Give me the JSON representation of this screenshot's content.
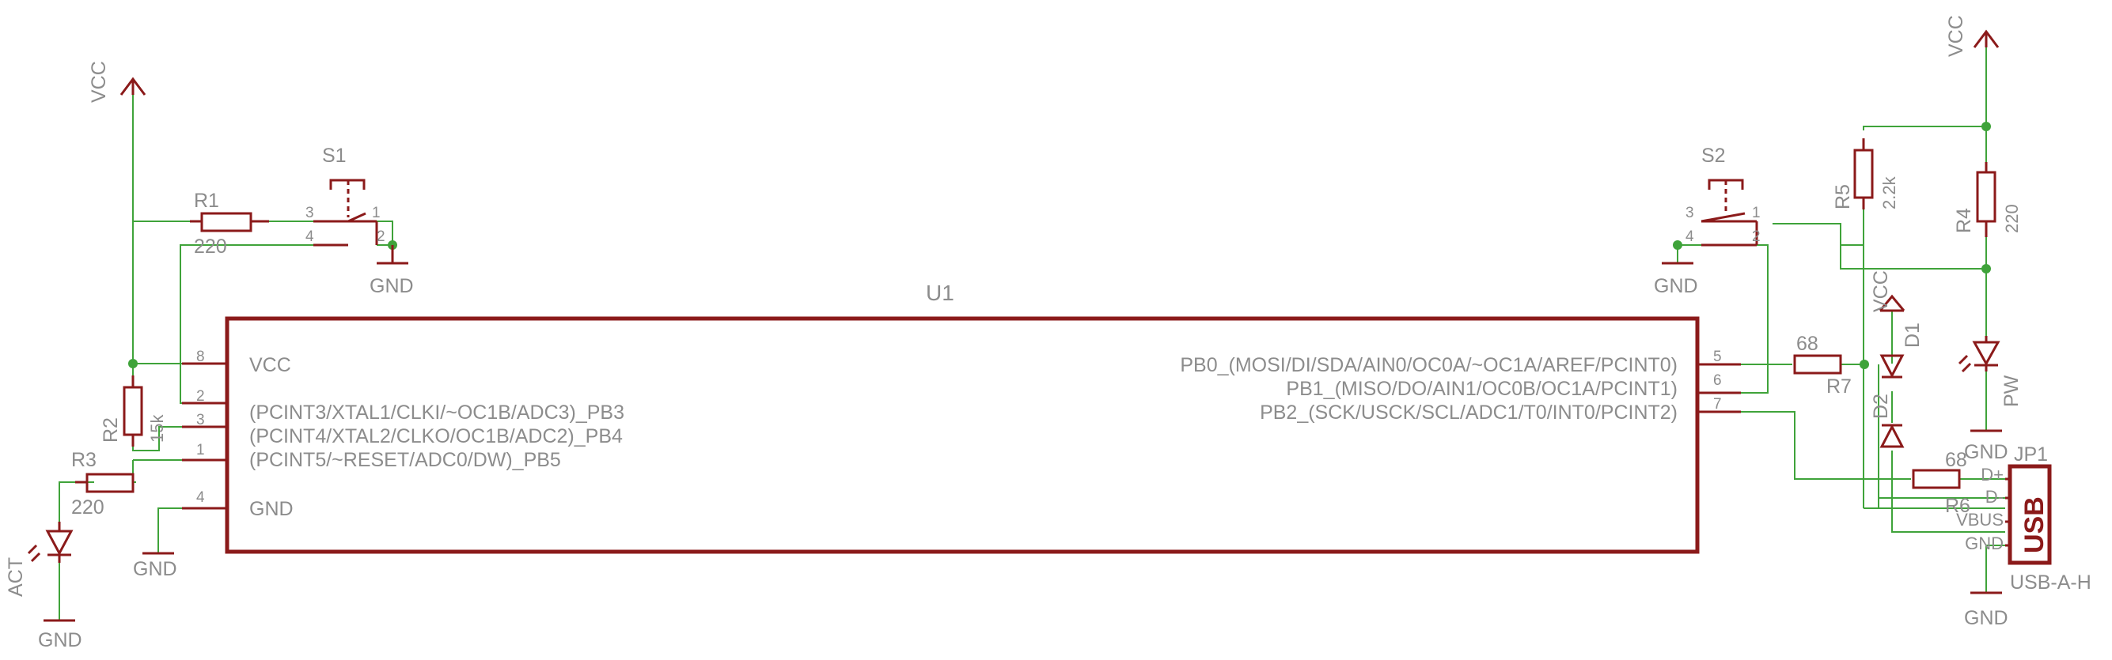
{
  "power": {
    "vcc": "VCC",
    "gnd": "GND"
  },
  "u1": {
    "ref": "U1",
    "left_pins": [
      {
        "num": "8",
        "name": "VCC"
      },
      {
        "num": "2",
        "name": "(PCINT3/XTAL1/CLKI/~OC1B/ADC3)_PB3"
      },
      {
        "num": "3",
        "name": "(PCINT4/XTAL2/CLKO/OC1B/ADC2)_PB4"
      },
      {
        "num": "1",
        "name": "(PCINT5/~RESET/ADC0/DW)_PB5"
      },
      {
        "num": "4",
        "name": "GND"
      }
    ],
    "right_pins": [
      {
        "num": "5",
        "name": "PB0_(MOSI/DI/SDA/AIN0/OC0A/~OC1A/AREF/PCINT0)"
      },
      {
        "num": "6",
        "name": "PB1_(MISO/DO/AIN1/OC0B/OC1A/PCINT1)"
      },
      {
        "num": "7",
        "name": "PB2_(SCK/USCK/SCL/ADC1/T0/INT0/PCINT2)"
      }
    ]
  },
  "resistors": {
    "r1": {
      "ref": "R1",
      "value": "220"
    },
    "r2": {
      "ref": "R2",
      "value": "15k"
    },
    "r3": {
      "ref": "R3",
      "value": "220"
    },
    "r4": {
      "ref": "R4",
      "value": "220"
    },
    "r5": {
      "ref": "R5",
      "value": "2.2k"
    },
    "r6": {
      "ref": "R6",
      "value": "68"
    },
    "r7": {
      "ref": "R7",
      "value": "68"
    }
  },
  "switches": {
    "s1": {
      "ref": "S1",
      "pins": [
        "3",
        "1",
        "4",
        "2"
      ]
    },
    "s2": {
      "ref": "S2",
      "pins": [
        "3",
        "1",
        "4",
        "2"
      ]
    }
  },
  "leds": {
    "act": "ACT",
    "pw": "PW"
  },
  "diodes": {
    "d1": "D1",
    "d2": "D2"
  },
  "usb": {
    "ref": "JP1",
    "label": "USB",
    "part": "USB-A-H",
    "pins": [
      "D+",
      "D-",
      "VBUS",
      "GND"
    ]
  }
}
